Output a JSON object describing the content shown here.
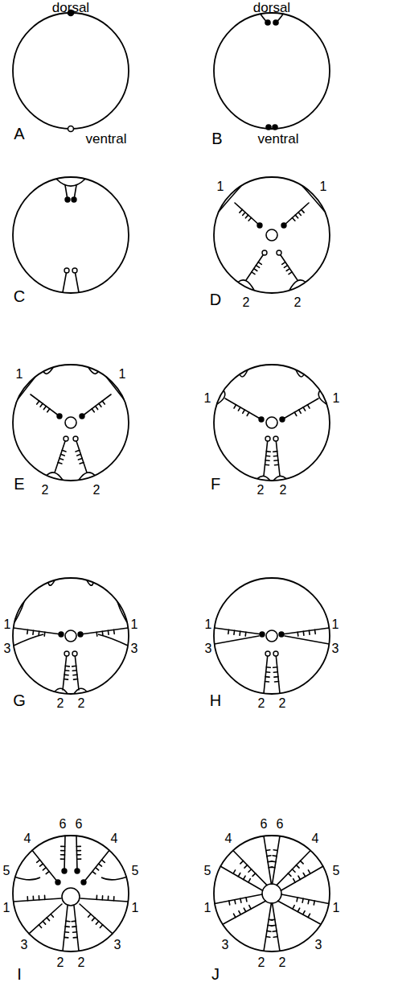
{
  "diagram": {
    "labels": [
      "dorsal",
      "dorsal",
      "A",
      "ventral",
      "B",
      "ventral",
      "C",
      "D",
      "1",
      "1",
      "2",
      "2",
      "E",
      "1",
      "1",
      "2",
      "2",
      "F",
      "1",
      "1",
      "2",
      "2",
      "G",
      "1",
      "1",
      "3",
      "3",
      "2",
      "2",
      "H",
      "1",
      "1",
      "3",
      "3",
      "2",
      "2",
      "I",
      "6",
      "6",
      "4",
      "4",
      "5",
      "5",
      "1",
      "1",
      "3",
      "3",
      "2",
      "2",
      "J",
      "6",
      "6",
      "4",
      "4",
      "5",
      "5",
      "1",
      "1",
      "3",
      "3",
      "2",
      "2"
    ]
  }
}
